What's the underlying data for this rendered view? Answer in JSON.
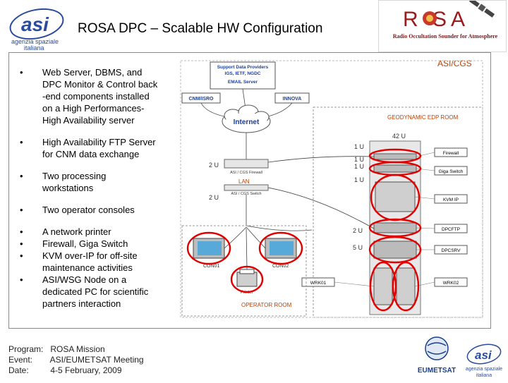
{
  "header": {
    "title": "ROSA DPC – Scalable HW Configuration",
    "asi_logo_text_1": "agenzia spaziale",
    "asi_logo_text_2": "italiana",
    "rosa_logo_text": "R SA",
    "rosa_subtitle": "Radio Occultation Sounder for Atmosphere"
  },
  "bullets": [
    [
      "Web Server, DBMS, and",
      "DPC Monitor & Control back",
      "-end components installed",
      "on a High Performances-",
      "High Availability server"
    ],
    [
      "High Availability FTP Server",
      "for CNM data exchange"
    ],
    [
      "Two processing",
      "workstations"
    ],
    [
      "Two operator consoles"
    ],
    [
      "A network printer"
    ],
    [
      "Firewall, Giga Switch"
    ],
    [
      "KVM over-IP for off-site",
      "maintenance activities"
    ],
    [
      "ASI/WSG Node on a",
      "dedicated PC for scientific",
      "partners interaction"
    ]
  ],
  "diagram": {
    "asi_cgs": "ASI/CGS",
    "support_line1": "Support Data Providers",
    "support_line2": "IGS, IETF, NGDC",
    "email": "EMAIL Server",
    "cnm": "CNM/ISRO",
    "innova": "INNOVA",
    "internet": "Internet",
    "geodynamic": "GEODYNAMIC EDP ROOM",
    "rack_42u": "42 U",
    "u1": "1 U",
    "u2": "2 U",
    "u5": "5 U",
    "firewall_small": "ASI / CGS Firewall",
    "lan": "LAN",
    "switch_small": "ASI / CGS Switch",
    "firewall": "Firewall",
    "giga_switch": "Giga Switch",
    "kvm_ip": "KVM IP",
    "dpcftp": "DPCFTP",
    "dpcsrv": "DPCSRV",
    "wrk01": "WRK01",
    "wrk02": "WRK02",
    "con01": "CON01",
    "con02": "CON02",
    "printer": "Printer",
    "operator_room": "OPERATOR ROOM"
  },
  "footer": {
    "program_label": "Program:",
    "program_value": "ROSA Mission",
    "event_label": "Event:",
    "event_value": "ASI/EUMETSAT Meeting",
    "date_label": "Date:",
    "date_value": "4-5 February, 2009",
    "eumetsat": "EUMETSAT",
    "asi_small_1": "agenzia spaziale",
    "asi_small_2": "italiana"
  },
  "colors": {
    "highlight_red": "#e00000",
    "label_orange": "#c04000",
    "rack_gray": "#d0d0d0"
  }
}
